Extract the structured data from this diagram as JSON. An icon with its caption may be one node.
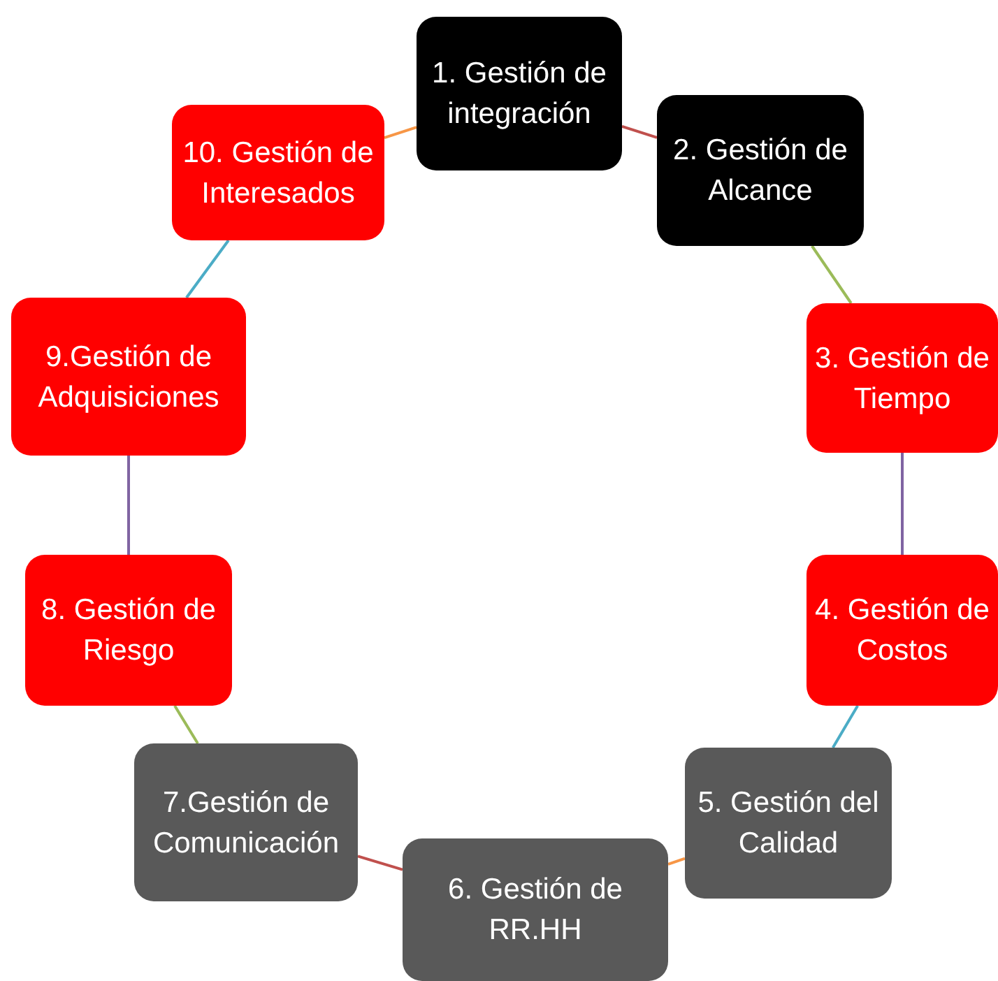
{
  "diagram": {
    "nodes": [
      {
        "text": [
          "1. Gestión de integración"
        ]
      },
      {
        "text": [
          "2. Gestión de Alcance"
        ]
      },
      {
        "text": [
          "3. Gestión de Tiempo"
        ]
      },
      {
        "text": [
          "4. Gestión de Costos"
        ]
      },
      {
        "text": [
          "5. Gestión del Calidad"
        ]
      },
      {
        "text": [
          "6. Gestión de RR.HH"
        ]
      },
      {
        "text": [
          "7.Gestión de Comunicación"
        ]
      },
      {
        "text": [
          "8. Gestión de Riesgo"
        ]
      },
      {
        "text": [
          "9.Gestión de Adquisiciones"
        ]
      },
      {
        "text": [
          "10. Gestión de Interesados"
        ]
      }
    ],
    "edges": [
      {
        "from": 0,
        "to": 1,
        "arrow": "none",
        "color": "#c0504d"
      },
      {
        "from": 1,
        "to": 2,
        "arrow": "none",
        "color": "#9bbb59"
      },
      {
        "from": 2,
        "to": 3,
        "arrow": "none",
        "color": "#8064a2"
      },
      {
        "from": 3,
        "to": 4,
        "arrow": "none",
        "color": "#4bacc6"
      },
      {
        "from": 4,
        "to": 5,
        "arrow": "none",
        "color": "#f79646"
      },
      {
        "from": 5,
        "to": 6,
        "arrow": "none",
        "color": "#c0504d"
      },
      {
        "from": 6,
        "to": 7,
        "arrow": "none",
        "color": "#9bbb59"
      },
      {
        "from": 7,
        "to": 8,
        "arrow": "none",
        "color": "#8064a2"
      },
      {
        "from": 8,
        "to": 9,
        "arrow": "none",
        "color": "#4bacc6"
      },
      {
        "from": 9,
        "to": 0,
        "arrow": "none",
        "color": "#f79646"
      }
    ]
  }
}
